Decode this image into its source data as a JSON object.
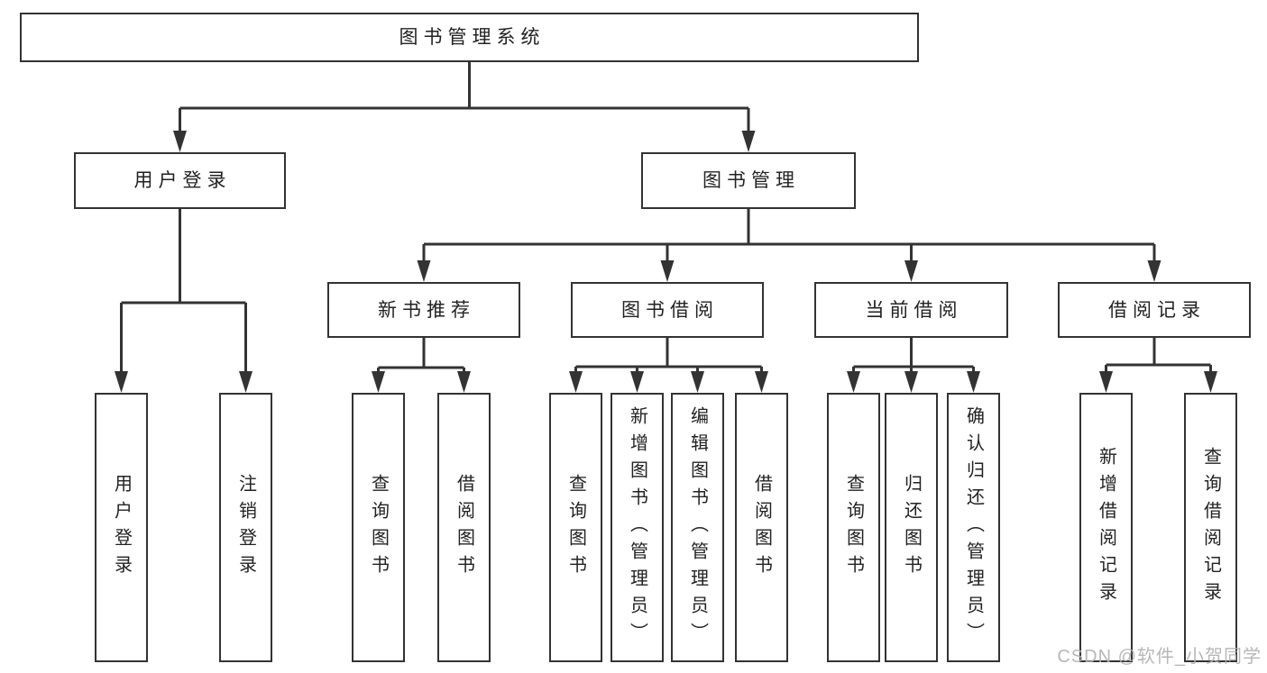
{
  "diagram_title": "图书管理系统",
  "colors": {
    "line": "#333333",
    "text": "#222222",
    "background": "#ffffff",
    "watermark": "#b0b0b0"
  },
  "nodes": {
    "root": {
      "label": "图书管理系统"
    },
    "user_login": {
      "label": "用户登录"
    },
    "book_mgmt": {
      "label": "图书管理"
    },
    "new_book_rec": {
      "label": "新书推荐"
    },
    "book_borrow": {
      "label": "图书借阅"
    },
    "current_borrow": {
      "label": "当前借阅"
    },
    "borrow_record": {
      "label": "借阅记录"
    },
    "leaf_user_login": {
      "label": "用户登录"
    },
    "leaf_logout": {
      "label": "注销登录"
    },
    "leaf_rec_query_book": {
      "label": "查询图书"
    },
    "leaf_rec_borrow_book": {
      "label": "借阅图书"
    },
    "leaf_bb_query_book": {
      "label": "查询图书"
    },
    "leaf_bb_add_book": {
      "label": "新增图书（管理员）"
    },
    "leaf_bb_edit_book": {
      "label": "编辑图书（管理员）"
    },
    "leaf_bb_borrow_book": {
      "label": "借阅图书"
    },
    "leaf_cb_query_book": {
      "label": "查询图书"
    },
    "leaf_cb_return_book": {
      "label": "归还图书"
    },
    "leaf_cb_confirm_return": {
      "label": "确认归还（管理员）"
    },
    "leaf_br_add_record": {
      "label": "新增借阅记录"
    },
    "leaf_br_query_record": {
      "label": "查询借阅记录"
    }
  },
  "watermark": "CSDN @软件_小贺同学"
}
